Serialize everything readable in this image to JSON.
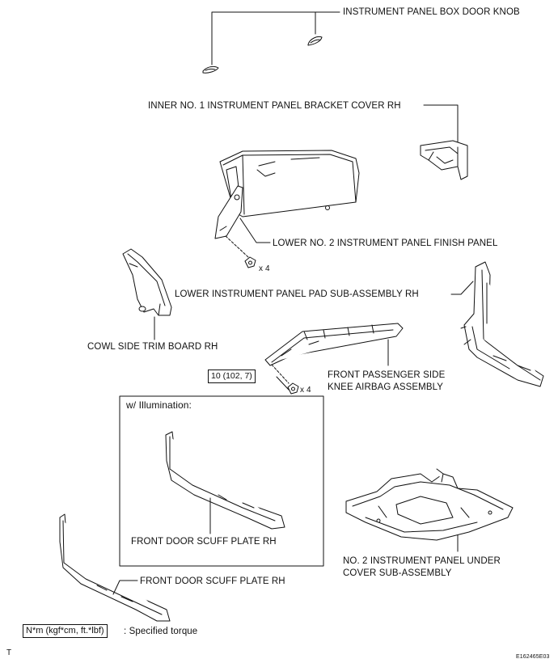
{
  "labels": {
    "box_door_knob": "INSTRUMENT PANEL BOX DOOR KNOB",
    "bracket_cover": "INNER NO. 1 INSTRUMENT PANEL BRACKET COVER RH",
    "finish_panel": "LOWER NO. 2 INSTRUMENT PANEL FINISH PANEL",
    "pad_sub_assembly": "LOWER INSTRUMENT PANEL PAD SUB-ASSEMBLY RH",
    "cowl_side_trim": "COWL SIDE TRIM BOARD RH",
    "knee_airbag_line1": "FRONT PASSENGER SIDE",
    "knee_airbag_line2": "KNEE AIRBAG ASSEMBLY",
    "inset_title": "w/ Illumination:",
    "scuff_plate_inset": "FRONT DOOR SCUFF PLATE RH",
    "scuff_plate": "FRONT DOOR SCUFF PLATE RH",
    "under_cover_line1": "NO. 2 INSTRUMENT PANEL UNDER",
    "under_cover_line2": "COVER SUB-ASSEMBLY",
    "qty_finish_panel": "x 4",
    "qty_knee_airbag": "x 4"
  },
  "torque": {
    "value": "10 (102, 7)"
  },
  "legend": {
    "unit_box": "N*m (kgf*cm, ft.*lbf)",
    "text": ": Specified torque"
  },
  "footer": {
    "left_mark": "T",
    "figure_id": "E162465E03"
  }
}
